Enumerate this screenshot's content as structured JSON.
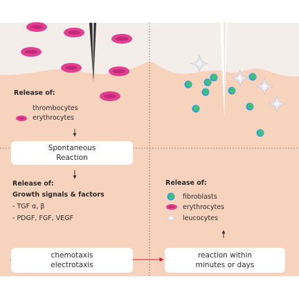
{
  "colors": {
    "skin": "#f7d2bd",
    "wound_surface": "#f3eeea",
    "erythrocyte": "#e23f93",
    "fibroblast": "#37b98a",
    "leucocyte": "#e9e9ee",
    "arrow_red": "#e0142c"
  },
  "left": {
    "release_title": "Release of:",
    "items": [
      "thrombocytes",
      "erythrocytes"
    ],
    "box_line1": "Spontaneous",
    "box_line2": "Reaction",
    "release2_title": "Release of:",
    "growth_title": "Growth signals & factors",
    "factors": [
      "- TGF α, β",
      "- PDGF, FGF, VEGF"
    ],
    "bottom_box_line1": "chemotaxis",
    "bottom_box_line2": "electrotaxis"
  },
  "right": {
    "release_title": "Release of:",
    "legend": [
      {
        "icon": "fibroblast-icon",
        "label": "fibroblasts"
      },
      {
        "icon": "erythrocyte-icon",
        "label": "erythrocytes"
      },
      {
        "icon": "leucocyte-icon",
        "label": "leucocytes"
      }
    ],
    "bottom_box_line1": "reaction within",
    "bottom_box_line2": "minutes or days"
  }
}
